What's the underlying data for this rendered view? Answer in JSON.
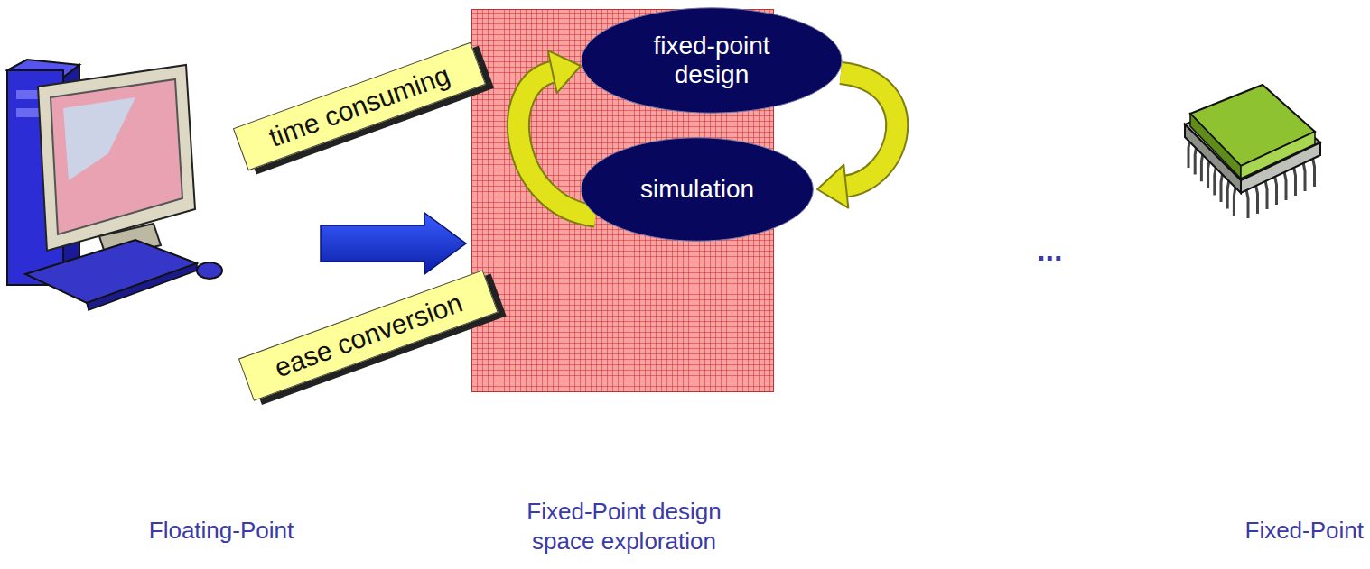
{
  "diagram": {
    "nodes": [
      {
        "text": [
          "Floating-Point"
        ]
      },
      {
        "text": [
          "Fixed-Point design space exploration"
        ]
      },
      {
        "text": [
          "fixed-point design"
        ],
        "in": 1
      },
      {
        "text": [
          "simulation"
        ],
        "in": 1
      },
      {
        "text": [
          "Fixed-Point"
        ]
      }
    ],
    "edges": [
      {
        "from": 0,
        "to": 1,
        "arrow": "to"
      },
      {
        "from": 2,
        "to": 3,
        "arrow": "to"
      },
      {
        "from": 3,
        "to": 2,
        "arrow": "to"
      }
    ],
    "labels": [
      "time consuming",
      "ease conversion",
      "..."
    ]
  }
}
